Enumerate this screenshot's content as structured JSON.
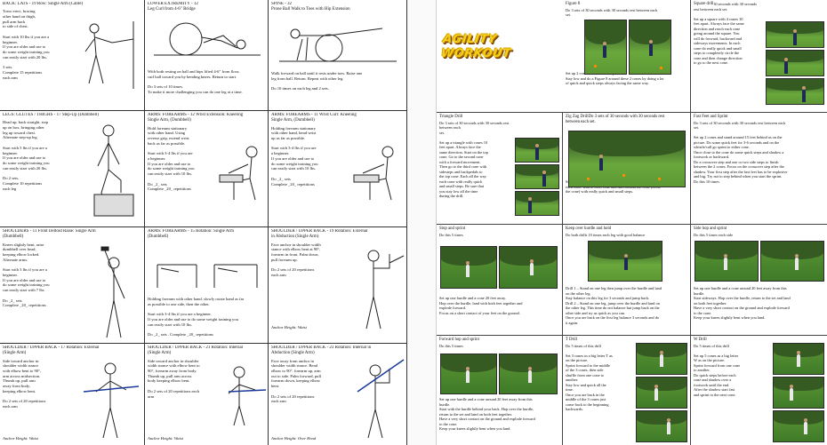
{
  "left_page": {
    "cells": [
      {
        "title": "BACK: LATS - 19 Row: Single Arm (Cable)",
        "body": "Torso erect, bracing\nother hand on thigh,\npull arm back\nto side of chest.\n\nStart with 10 lbs if you are a\nbeginner.\nIf you are older and use to\ndo some weight training you\ncan easily start with 20 lbs.\n\n3 sets.\nComplete 15 repetitions\neach arm",
        "icon": "cable-row-figure-icon"
      },
      {
        "title": "LOWER EXTREMITY - 12\nLeg Curl from 4-6\" Bridge",
        "body": "With both resting on ball and hips lifted 4-6\" from floor,\ncurl ball toward you by bending knees. Return to start.\n\nDo 3 sets of 10 times.\nTo make it more challenging you can do one leg at a time.",
        "icon": "ball-bridge-figure-icon"
      },
      {
        "title": "SPINE - 32\nProne Ball Walk to Toes with Hip Extension",
        "body": "Walk forward on ball until it rests under toes. Raise one\nleg from ball. Return. Repeat with other leg.\n\nDo 10 times on each leg and 2 sets.",
        "icon": "ball-walk-figure-icon"
      },
      {
        "title": "LEGS: GLUTES / THIGHS - 17 Step-Up (Dumbbell)",
        "body": "Head up, back straight, step\nup on box, bringing other\nleg up toward chest.\nAlternate step-up leg.\n\nStart with 5 lbs if you are a\nbeginner.\nIf you are older and use to\ndo some weight training you\ncan easily start with 20 lbs.\n\nDo 2 sets.\nComplete 10 repetitions\neach leg",
        "icon": "step-up-figure-icon"
      },
      {
        "title": "ARMS: FOREARMS - 12 Wrist Extension: Kneeling\nSingle Arm, (Dumbbell)",
        "body": "Hold forearm stationary\nwith other hand. Using\nreverse grip, extend wrist\nback as far as possible.\n\nStart with 3-4 lbs if you are\na beginner.\nIf you are older and use to\ndo some weight training you\ncan easily start with 10 lbs.\n\nDo _2_ sets\nComplete _20_ repetitions",
        "icon": "wrist-extension-figure-icon"
      },
      {
        "title": "ARMS: FOREARMS - 11 Wrist Curl: Kneeling\nSingle Arm, (Dumbbell)",
        "body": "Holding forearm stationary\nwith other hand, bend wrist\nup as far as possible.\n\nStart with 3-4 lbs if you are\na beginner.\nIf you are older and use to\ndo some weight training you\ncan easily start with 10 lbs.\n\nDo _2_ sets\nComplete _20_ repetitions",
        "icon": "wrist-curl-figure-icon"
      },
      {
        "title": "SHOULDERS - 11 Front Deltoid Raise: Single Arm\n(Dumbbell)",
        "body": "Knees slightly bent, raise\ndumbbell over head,\nkeeping elbow locked.\nAlternate arms.\n\nStart with 3 lbs if you are a\nbeginner.\nIf you are older and use to\ndo some weight training you\ncan easily start with 7 lbs\n\nDo _2_ sets\nComplete _20_ repetitions",
        "icon": "deltoid-raise-figure-icon"
      },
      {
        "title": "ARMS: FOREARMS - 15 Rotation: Single Arm\n(Dumbbell)",
        "body": "Holding forearm with other hand, slowly rotate hand as far\nas possible to one side, then the other.\n\nStart with 3-4 lbs if you are a beginner.\nIf you are older and use to do some weight training you\ncan easily start with 10 lbs.\n\nDo _2_ sets . Complete _20_ repetitions",
        "icon": "forearm-rotation-figure-icon"
      },
      {
        "title": "SHOULDER / UPPER BACK - 19 Rotation: External\nin Abduction (Single Arm)",
        "body": "Face anchor in shoulder width\nstance with elbow bent at 90°,\nforearm in front. Palm down,\npull forearm up.\n\nDo 2 sets of 20 repetitions\neach arm",
        "caption": "Anchor Height: Waist",
        "icon": "external-rotation-figure-icon"
      },
      {
        "title": "SHOULDER / UPPER BACK - 17 Rotation: External\n(Single Arm)",
        "body": "Side toward anchor in\nshoulder width stance\nwith elbow bent to 90°,\narm across midsection.\nThumb up, pull arm\naway from body,\nkeeping elbow bent.\n\nDo 2 sets of 20 repetitions\neach arm",
        "caption": "Anchor Height: Waist",
        "icon": "band-external-rotation-figure-icon"
      },
      {
        "title": "SHOULDER / UPPER BACK - 21 Rotation: Internal\n(Single Arm)",
        "body": "Side toward anchor in shoulder\nwidth stance with elbow bent to\n90°, forearm away from body.\nThumb up, pull arm across\nbody keeping elbow bent.\n\nDo 2 sets of 20 repetitions each\narm",
        "caption": "Anchor Height: Waist",
        "icon": "band-internal-rotation-figure-icon"
      },
      {
        "title": "SHOULDER / UPPER BACK - 23 Rotation: Internal in\nAbduction (Single Arm)",
        "body": "Face away from anchor in\nshoulder width stance. Bend\nelbow to 90°, forearm up, arm\nout to side. Palm forward, pull\nforearm down, keeping elbow\nbent.\n\nDo 2 sets of 20 repetitions\neach arm",
        "caption": "Anchor Height: Over Head",
        "icon": "internal-rotation-abduction-figure-icon"
      }
    ]
  },
  "right_page": {
    "banner": "AGILITY WORKOUT",
    "cells": [
      {
        "title": "",
        "body": ""
      },
      {
        "title": "Figure 8",
        "body": "Do 3 sets of 30 seconds with 30 seconds rest between each\nset.\n\n\n\n\n\n\n\n\n\n\n\nSet up 2 cones around 5 feet apart.\nStay low and do a Figure 8 around these 2 cones by doing a lot\nof quick and quick steps always facing the same way."
      },
      {
        "title": "Square drill",
        "body": "Do 3 sets of 30 seconds with 30 seconds\nrest between each set.\n\nSet up a square with 4 cones 10\nfeet apart. Always face the same\ndirection and reach each cone\ngoing around the square. You\nwill do forward, backward and\nsideways movements. In each\ncone do really quick and small\nsteps to completely circle the\ncone and then change direction\nto go to the next cone."
      },
      {
        "title": "Triangle Drill",
        "body": "Do 3 sets of 30 seconds with 30 seconds rest between each\nset.\n\nSet up a triangle with cones 10\nfeet apart. Always face the\nsame direction. Start on the top\ncone. Go to the second cone\nwith a forward movement.\nThen go to the third cone with\nsidesteps and backpedals to\nthe top cone. Each all the way\neach cone with really quick\nand small steps. Be sure that\nyou stay low all the time\nduring the drill."
      },
      {
        "title": "Zig Zag DrillDo 3 sets of 30 seconds with 30 seconds rest\nbetween each set.",
        "body": "\n\n\n\n\n\n\n\n\n\n\nSet up 5 cones in zig zag pattern and around 6 feet between\neach cone. Run to each cone and turn around the cone (circle\nthe cone) with really quick and small steps."
      },
      {
        "title": "Fast Feet and Sprint",
        "body": "Do 3 sets of 30 seconds with 30 seconds rest between each\nset.\n\nSet up 2 cones and stand around 15 feet behind as on the\npicture. Do some quick feet for 3-6 seconds and on the\nwhistle/call go sprint to either cone.\nOnce close to the cone do some quick steps and shadow a\nfootwork or backward.\nDo a crossover step and one or two side steps to finish\nbetween the 2 cones. Focus on the crossover step after the\nshadow. Your first step after the fast feet has to be explosive\nand big. Try not to step behind when you start the sprint.\nDo this 10 times"
      },
      {
        "title": "Stop and sprint",
        "body": "Do this 5 times\n\n\n\n\n\n\n\n\n\n\n\n\nSet up one hurdle and a cone 20 feet away.\nHop over the hurdle, land with both feet together and\nexplode forward.\nFocus on a short contact of your feet on the ground."
      },
      {
        "title": "Keep over hurdle and hold",
        "body": "Do both drills 10 times each leg with good balance\n\n\n\n\n\n\n\n\n\n\nDrill 1 – Stand on one leg then jump over the hurdle and land\non the other leg.\nStay balance on this leg for 3 seconds and jump back.\nDrill 2 – Stand on one leg, jump over the hurdle and land on\nthe other leg. This time do not balance but jump back on the\nother side and try as quick as you can.\nOnce you are back on the first leg balance 3 seconds and do\nit again."
      },
      {
        "title": "Side hop and sprint",
        "body": "Do this 5 times each side\n\n\n\n\n\n\n\n\n\n\nSet up one hurdle and a cone around 20 feet away from this\nhurdle.\nStart sideways. Hop over the hurdle, return to the set and land\non both feet together.\nHave a very short contact on the ground and explode forward\nto the cone.\nKeep your knees slightly bent when you land."
      },
      {
        "title": "Forward hop and sprint",
        "body": "Do this 5 times\n\n\n\n\n\n\n\n\n\n\nSet up one hurdle and a cone around 20 feet away from this\nhurdle.\nStart with the hurdle behind your back. Hop over the hurdle,\nreturn to the set and land on both feet together.\nHave a very short contact on the ground and explode forward\nto the cone.\nKeep your knees slightly bent when you land."
      },
      {
        "title": "T Drill",
        "body": "Do 5 times of this drill\n\nSet 3 cones in a big letter T as\non the picture.\nSprint forward to the middle\nof the 3 cones, then side\nshuffle from one cone to\nanother.\nStay low and quick all the\ntime.\nOnce you are back in the\nmiddle of the 3 cones just\ncome back to the beginning\nbackwards."
      },
      {
        "title": "W Drill",
        "body": "Do 5 times of this drill\n\nSet up 5 cones as a big letter\nW as on the picture.\nSprint forward from one cone\nto another.\nDo quick steps before each\ncone and shadow over a\nfootwork until the end.\nAfter the shadow start fast\nand sprint to the next cone."
      }
    ]
  }
}
